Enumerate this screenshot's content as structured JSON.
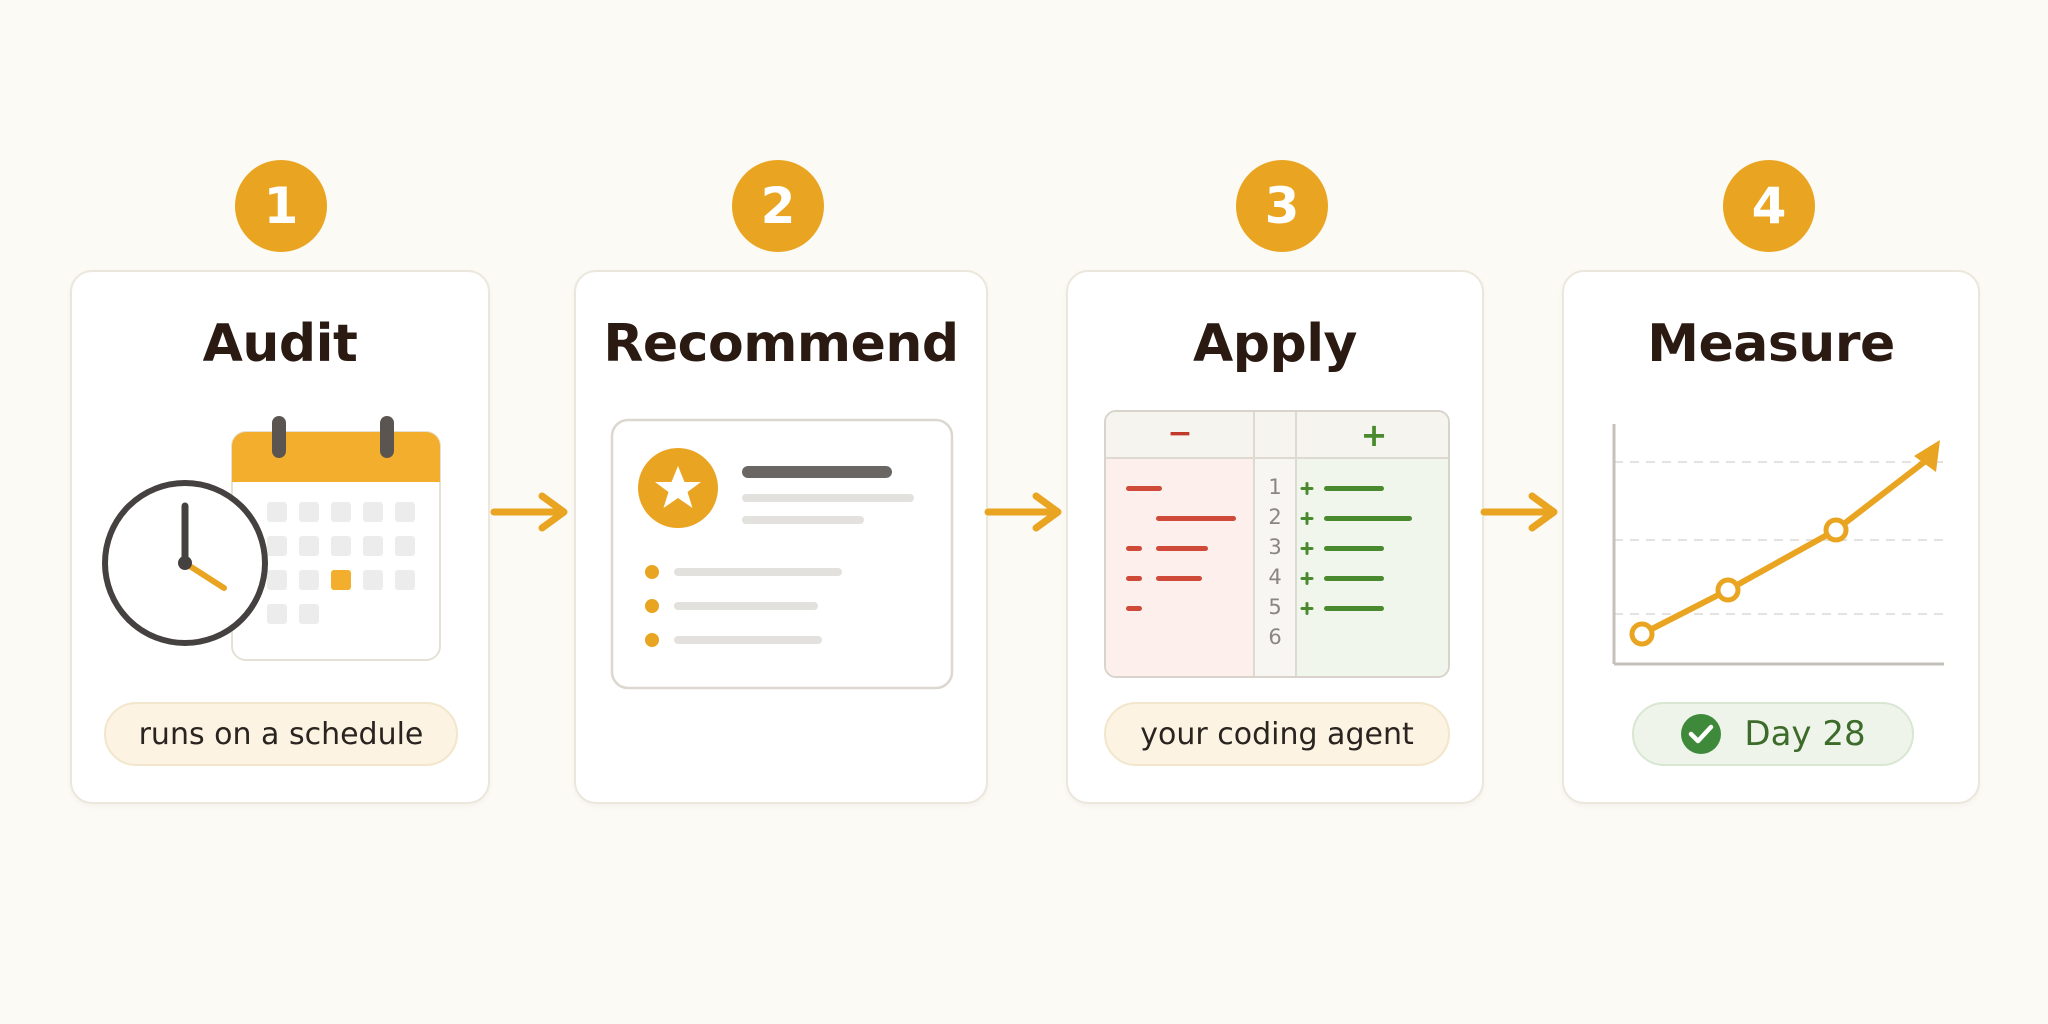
{
  "steps": [
    {
      "number": "1",
      "title": "Audit",
      "tag": "runs on a schedule"
    },
    {
      "number": "2",
      "title": "Recommend"
    },
    {
      "number": "3",
      "title": "Apply",
      "tag": "your coding agent"
    },
    {
      "number": "4",
      "title": "Measure",
      "tag": "Day 28"
    }
  ],
  "diff": {
    "minus_header": "−",
    "plus_header": "+",
    "line_numbers": [
      "1",
      "2",
      "3",
      "4",
      "5",
      "6"
    ]
  },
  "colors": {
    "accent": "#e9a521",
    "removed": "#d04a3a",
    "added": "#4a8a2e",
    "check": "#3f8a3a"
  },
  "icons": {
    "audit": [
      "clock-icon",
      "calendar-icon"
    ],
    "recommend": [
      "star-icon"
    ],
    "measure": [
      "trend-chart-icon",
      "check-circle-icon"
    ]
  }
}
